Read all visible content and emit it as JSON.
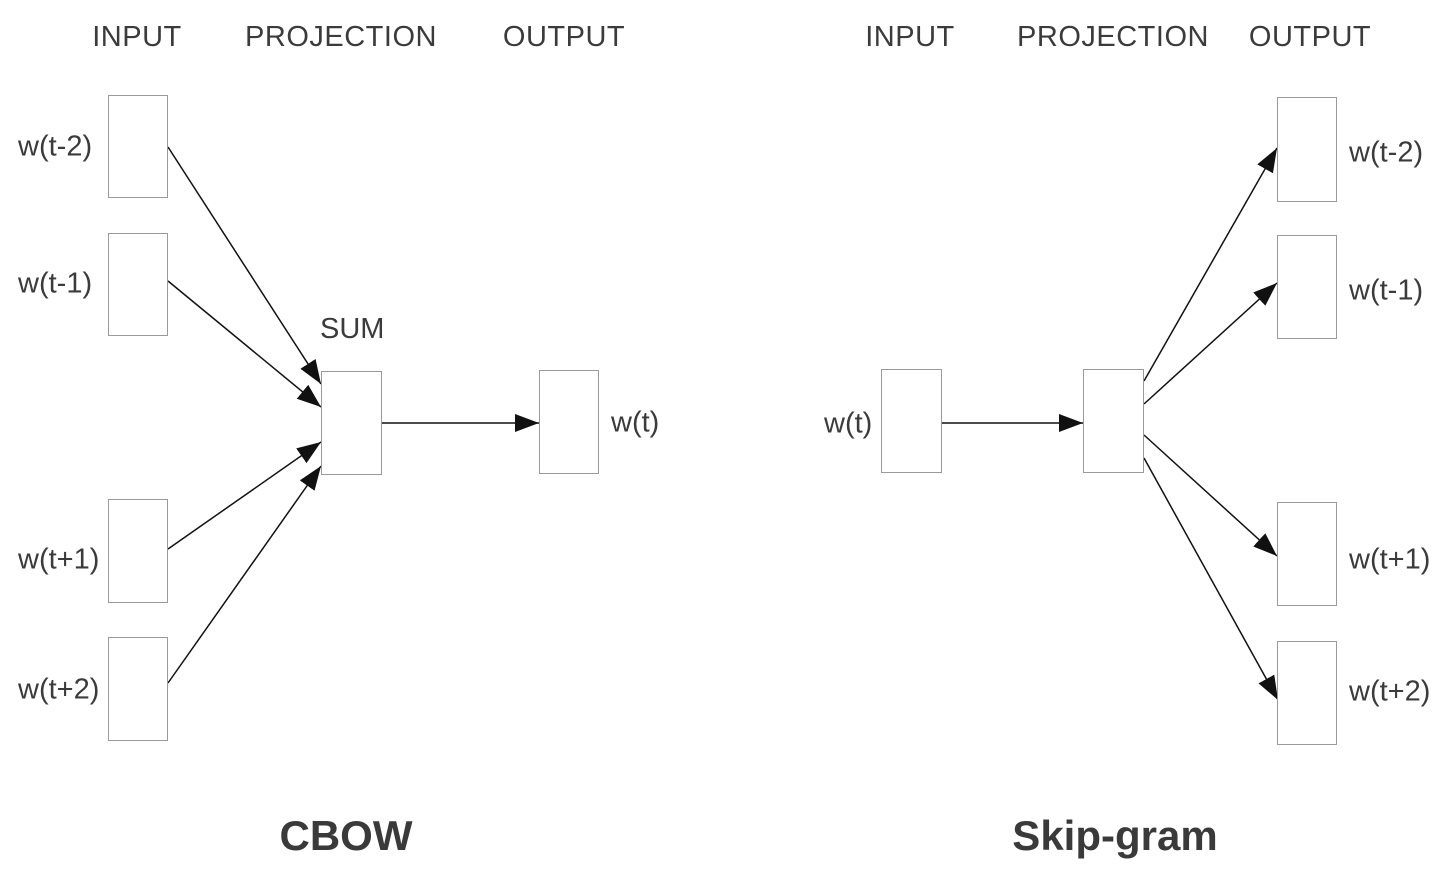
{
  "diagram": {
    "colors": {
      "background": "#ffffff",
      "arrow": "#111111",
      "box_border": "#9a9a9a",
      "text": "#3b3b3b"
    },
    "left": {
      "title": "CBOW",
      "headers": {
        "input": "INPUT",
        "projection": "PROJECTION",
        "output": "OUTPUT"
      },
      "sum_label": "SUM",
      "input_labels": [
        "w(t-2)",
        "w(t-1)",
        "w(t+1)",
        "w(t+2)"
      ],
      "output_label": "w(t)",
      "edges": [
        {
          "from": "w(t-2)",
          "to": "SUM projection"
        },
        {
          "from": "w(t-1)",
          "to": "SUM projection"
        },
        {
          "from": "w(t+1)",
          "to": "SUM projection"
        },
        {
          "from": "w(t+2)",
          "to": "SUM projection"
        },
        {
          "from": "SUM projection",
          "to": "w(t)"
        }
      ]
    },
    "right": {
      "title": "Skip-gram",
      "headers": {
        "input": "INPUT",
        "projection": "PROJECTION",
        "output": "OUTPUT"
      },
      "input_label": "w(t)",
      "output_labels": [
        "w(t-2)",
        "w(t-1)",
        "w(t+1)",
        "w(t+2)"
      ],
      "edges": [
        {
          "from": "w(t)",
          "to": "projection"
        },
        {
          "from": "projection",
          "to": "w(t-2)"
        },
        {
          "from": "projection",
          "to": "w(t-1)"
        },
        {
          "from": "projection",
          "to": "w(t+1)"
        },
        {
          "from": "projection",
          "to": "w(t+2)"
        }
      ]
    }
  }
}
